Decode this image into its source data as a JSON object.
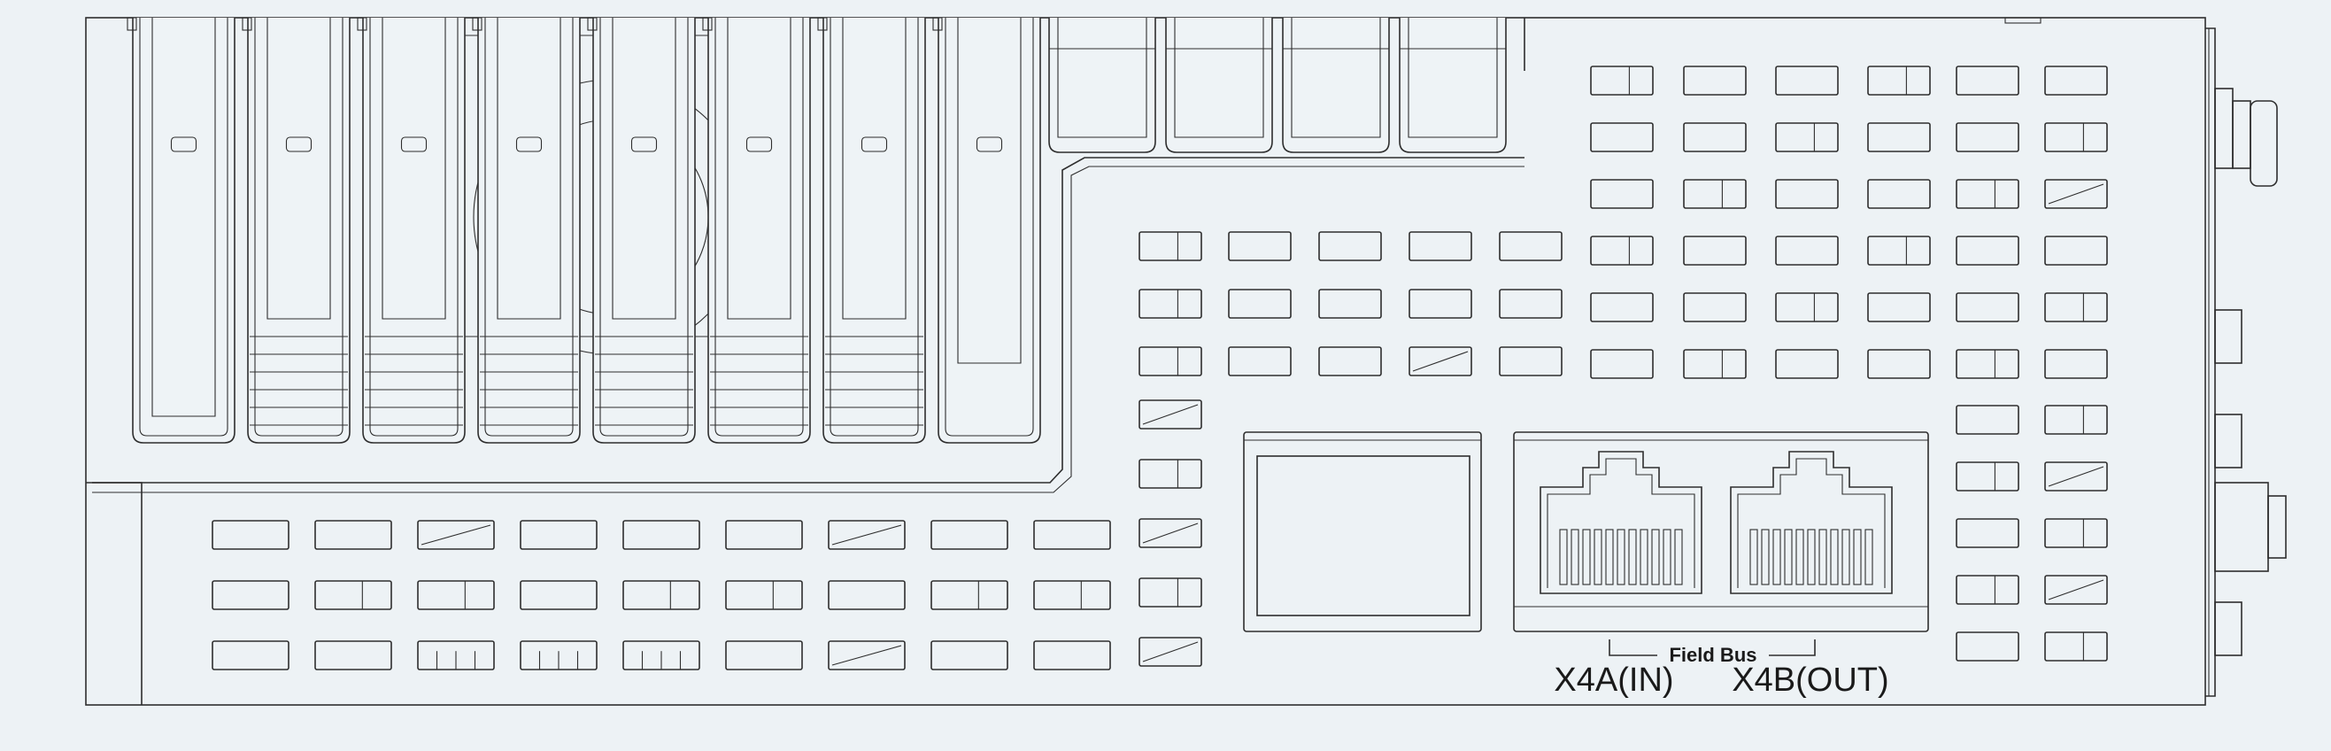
{
  "diagram": {
    "field_bus_label": "Field Bus",
    "port_in_label": "X4A(IN)",
    "port_out_label": "X4B(OUT)"
  },
  "colors": {
    "background": "#edf2f5",
    "line": "#2e2e2e",
    "text": "#1a1a1a"
  }
}
